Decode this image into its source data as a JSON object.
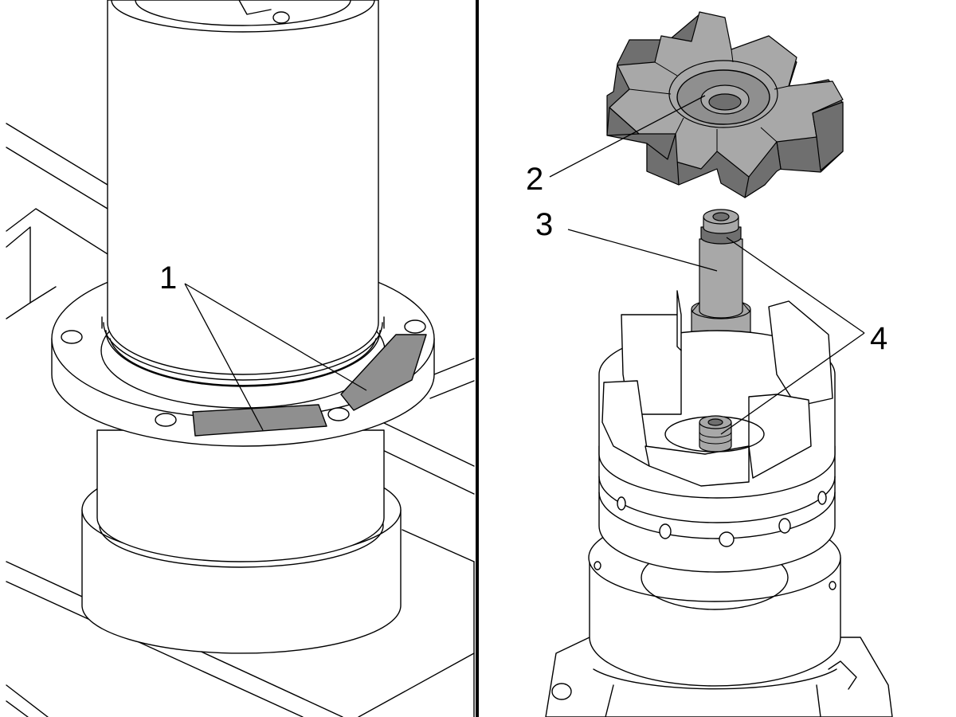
{
  "callouts": {
    "c1": "1",
    "c2": "2",
    "c3": "3",
    "c4": "4"
  },
  "colors": {
    "part_fill": "#8f8f8f",
    "line": "#000000",
    "background": "#ffffff"
  }
}
